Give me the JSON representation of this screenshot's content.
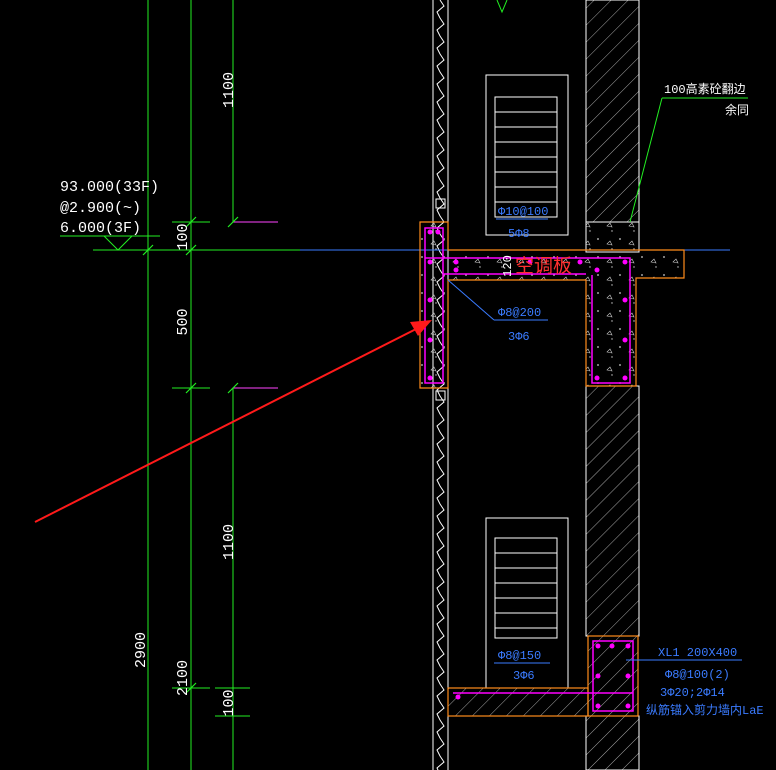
{
  "colors": {
    "background": "#000000",
    "dim_green": "#22ee22",
    "dim_text": "#ffffff",
    "tick": "#ff44ff",
    "wall_orange": "#ff8c1a",
    "rebar_magenta": "#ff00ff",
    "annot_blue": "#3a7bff",
    "annot_red": "#ff2a2a",
    "arrow_red": "#ff1a1a",
    "hatch_white": "#d8d8d8"
  },
  "level_note": {
    "line1": "93.000(33F)",
    "line2": "@2.900(~)",
    "line3": "6.000(3F)"
  },
  "dimensions": {
    "d1100_top": "1100",
    "d100_a": "100",
    "d500": "500",
    "d1100_mid": "1100",
    "d2900": "2900",
    "d2100": "2100",
    "d100_b": "100",
    "d120": "120"
  },
  "annotations": {
    "top_rebar": "Φ10@100",
    "top_rebar_count": "5Φ8",
    "slab_label": "空调板",
    "side_rebar": "Φ8@200",
    "side_rebar_count": "3Φ6",
    "curb_note_1": "100高素砼翻边",
    "curb_note_2": "余同",
    "bottom_rebar": "Φ8@150",
    "bottom_rebar_count": "3Φ6",
    "beam_title": "XL1  200X400",
    "beam_stirrup": "Φ8@100(2)",
    "beam_main": "3Φ20;2Φ14",
    "beam_note": "纵筋锚入剪力墙内LaE"
  }
}
